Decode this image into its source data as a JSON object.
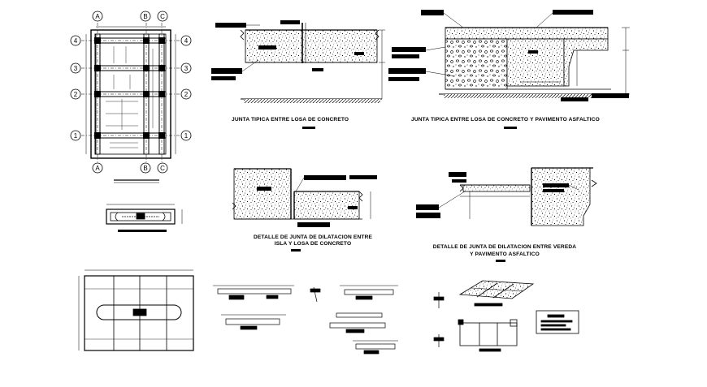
{
  "grid_labels": {
    "top": [
      "A",
      "B",
      "C"
    ],
    "bottom": [
      "A",
      "B",
      "C"
    ],
    "left": [
      "4",
      "3",
      "2",
      "1"
    ],
    "right": [
      "4",
      "3",
      "2",
      "1"
    ]
  },
  "captions": {
    "joint_concrete": "JUNTA TIPICA ENTRE LOSA DE CONCRETO",
    "joint_asphalt": "JUNTA TIPICA ENTRE LOSA DE CONCRETO Y PAVIMENTO ASFALTICO",
    "dilatation_island_l1": "DETALLE DE JUNTA DE DILATACION ENTRE",
    "dilatation_island_l2": "ISLA Y LOSA DE CONCRETO",
    "dilatation_sidewalk_l1": "DETALLE DE JUNTA DE DILATACION ENTRE  VEREDA",
    "dilatation_sidewalk_l2": "Y PAVIMENTO ASFALTICO"
  }
}
